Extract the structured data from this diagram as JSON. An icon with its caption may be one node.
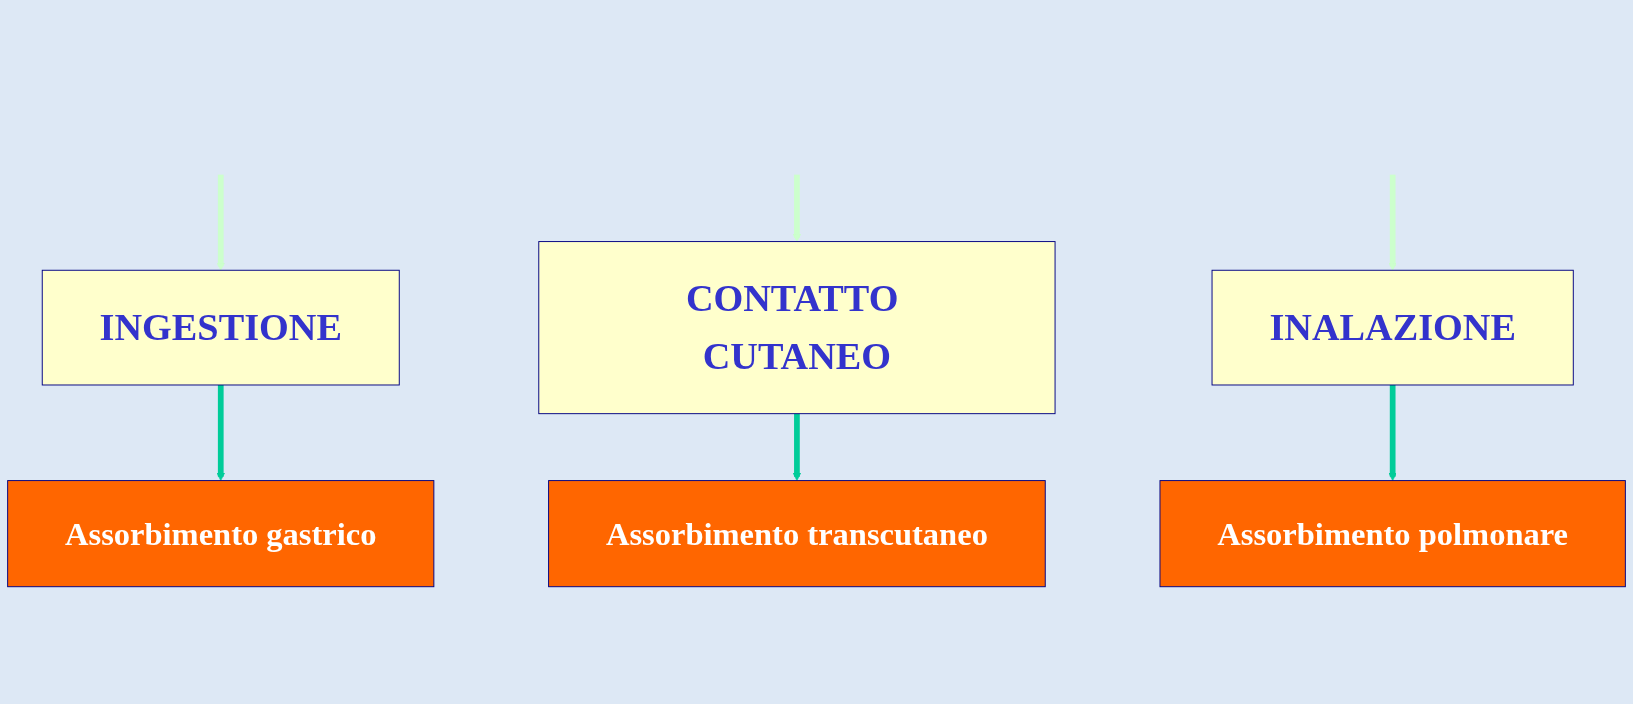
{
  "diagram": {
    "nodes": [
      {
        "text": [
          "INGESTIONE"
        ]
      },
      {
        "text": [
          "CONTATTO CUTANEO"
        ]
      },
      {
        "text": [
          "INALAZIONE"
        ]
      },
      {
        "text": [
          "Assorbimento gastrico"
        ]
      },
      {
        "text": [
          "Assorbimento transcutaneo"
        ]
      },
      {
        "text": [
          "Assorbimento polmonare"
        ]
      }
    ],
    "edges": [
      {
        "from": null,
        "to": 0,
        "arrow": "to",
        "color": "#ccffcc"
      },
      {
        "from": null,
        "to": 1,
        "arrow": "to",
        "color": "#ccffcc"
      },
      {
        "from": null,
        "to": 2,
        "arrow": "to",
        "color": "#ccffcc"
      },
      {
        "from": 0,
        "to": 3,
        "arrow": "to",
        "color": "#00cc99"
      },
      {
        "from": 1,
        "to": 4,
        "arrow": "to",
        "color": "#00cc99"
      },
      {
        "from": 2,
        "to": 5,
        "arrow": "to",
        "color": "#00cc99"
      }
    ]
  }
}
